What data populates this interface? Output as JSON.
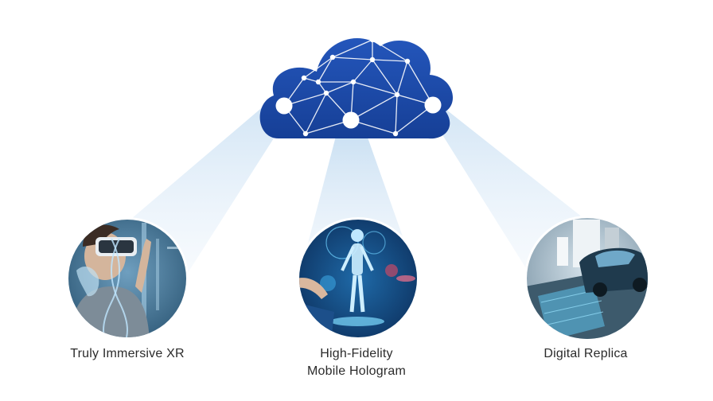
{
  "captions": {
    "xr": "Truly Immersive XR",
    "hologram_line1": "High-Fidelity",
    "hologram_line2": "Mobile Hologram",
    "replica": "Digital Replica"
  },
  "icons": {
    "cloud": "network-cloud-icon",
    "xr": "vr-headset-user-image",
    "hologram": "hologram-body-image",
    "replica": "digital-car-replica-image"
  },
  "colors": {
    "cloud": "#1e4fb0",
    "cloud_dark": "#163f96",
    "beam": "#bcd7ee",
    "node": "#ffffff",
    "caption": "#2b2b2b"
  }
}
